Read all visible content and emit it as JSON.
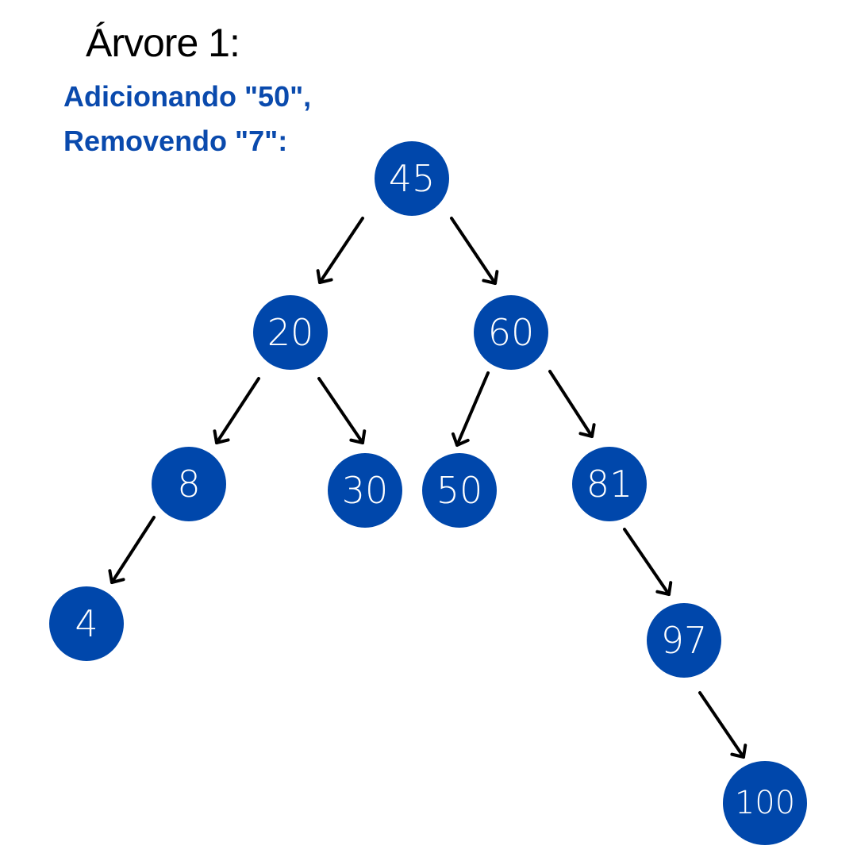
{
  "title": "Árvore 1:",
  "subtitle": {
    "line1": "Adicionando \"50\",",
    "line2": "Removendo \"7\":"
  },
  "colors": {
    "node_fill": "#0047ab",
    "node_text": "#ffffff",
    "edge": "#000000",
    "subtitle": "#0a4aad",
    "title": "#000000"
  },
  "tree": {
    "nodes": [
      {
        "id": "n45",
        "label": "45"
      },
      {
        "id": "n20",
        "label": "20"
      },
      {
        "id": "n60",
        "label": "60"
      },
      {
        "id": "n8",
        "label": "8"
      },
      {
        "id": "n30",
        "label": "30"
      },
      {
        "id": "n50",
        "label": "50"
      },
      {
        "id": "n81",
        "label": "81"
      },
      {
        "id": "n4",
        "label": "4"
      },
      {
        "id": "n97",
        "label": "97"
      },
      {
        "id": "n100",
        "label": "100"
      }
    ],
    "edges": [
      {
        "from": "n45",
        "to": "n20"
      },
      {
        "from": "n45",
        "to": "n60"
      },
      {
        "from": "n20",
        "to": "n8"
      },
      {
        "from": "n20",
        "to": "n30"
      },
      {
        "from": "n60",
        "to": "n50"
      },
      {
        "from": "n60",
        "to": "n81"
      },
      {
        "from": "n8",
        "to": "n4"
      },
      {
        "from": "n81",
        "to": "n97"
      },
      {
        "from": "n97",
        "to": "n100"
      }
    ]
  }
}
